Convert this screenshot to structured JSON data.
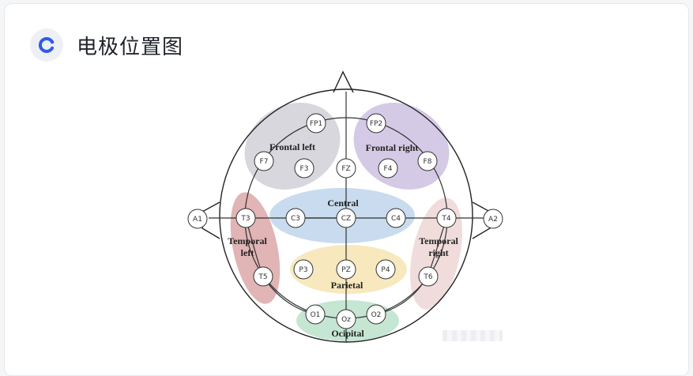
{
  "header": {
    "title": "电极位置图",
    "logo_icon": "refresh-c-logo-icon",
    "accent_color": "#2f5bea"
  },
  "figure": {
    "regions": {
      "frontal_left": "Frontal left",
      "frontal_right": "Frontal right",
      "central": "Central",
      "temporal_left_1": "Temporal",
      "temporal_left_2": "left",
      "temporal_right_1": "Temporal",
      "temporal_right_2": "right",
      "parietal": "Parietal",
      "occipital": "Ocipital"
    },
    "electrodes": {
      "fp1": "FP1",
      "fp2": "FP2",
      "f7": "F7",
      "f3": "F3",
      "fz": "FZ",
      "f4": "F4",
      "f8": "F8",
      "a1": "A1",
      "t3": "T3",
      "c3": "C3",
      "cz": "CZ",
      "c4": "C4",
      "t4": "T4",
      "a2": "A2",
      "t5": "T5",
      "p3": "P3",
      "pz": "PZ",
      "p4": "P4",
      "t6": "T6",
      "o1": "O1",
      "oz": "Oz",
      "o2": "O2"
    },
    "region_colors": {
      "frontal_left": "#c9c9d2",
      "frontal_right": "#c7b8dc",
      "central": "#bcd2ea",
      "temporal_left": "#d9a1a3",
      "temporal_right": "#ecd6d5",
      "parietal": "#f6e7b6",
      "occipital": "#bfe3cd"
    }
  }
}
